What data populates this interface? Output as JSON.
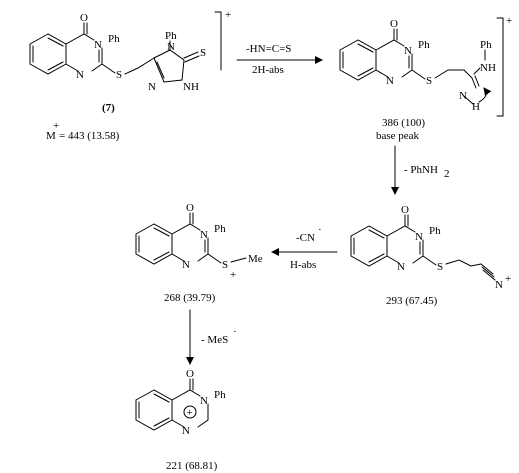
{
  "title": "",
  "atoms": {
    "O": "O",
    "N": "N",
    "Ph": "Ph",
    "S": "S",
    "NH": "NH",
    "H": "H",
    "Me": "Me",
    "plus": "+",
    "radical_cation": "+",
    "dot": "·"
  },
  "compounds": [
    {
      "id": "c7",
      "label": "(7)",
      "mz_label": "M",
      "mz_value": "= 443 (13.58)"
    },
    {
      "id": "c386",
      "mz": "386 (100)",
      "note": "base peak"
    },
    {
      "id": "c293",
      "mz": "293 (67.45)"
    },
    {
      "id": "c268",
      "mz": "268 (39.79)"
    },
    {
      "id": "c221",
      "mz": "221 (68.81)"
    }
  ],
  "steps": [
    {
      "id": "s1",
      "from": "c7",
      "to": "c386",
      "above": "-HN=C=S",
      "below": "2H-abs"
    },
    {
      "id": "s2",
      "from": "c386",
      "to": "c293",
      "beside": "- PhNH",
      "sub": "2"
    },
    {
      "id": "s3",
      "from": "c293",
      "to": "c268",
      "above": "-CN",
      "below": "H-abs"
    },
    {
      "id": "s4",
      "from": "c268",
      "to": "c221",
      "beside": "- MeS"
    }
  ]
}
